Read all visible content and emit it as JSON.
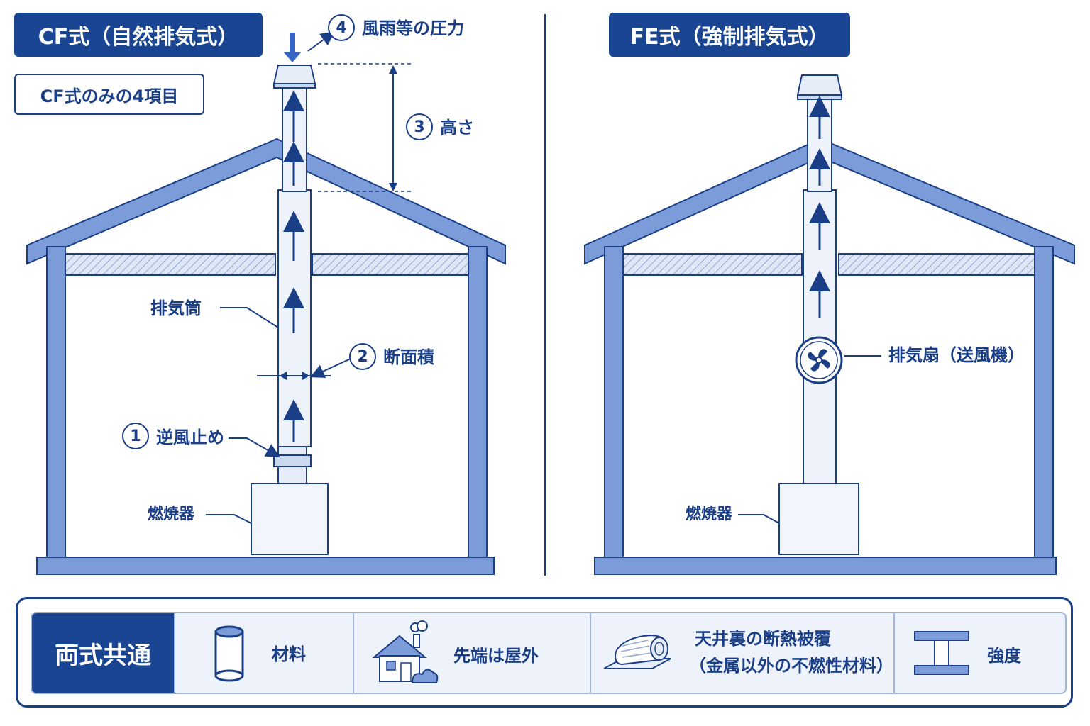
{
  "left_panel": {
    "title": "CF式（自然排気式）",
    "subtitle": "CF式のみの4項目",
    "labels": {
      "wind_pressure": "風雨等の圧力",
      "height": "高さ",
      "cross_section": "断面積",
      "backdraft_stop": "逆風止め",
      "flue": "排気筒",
      "burner": "燃焼器"
    },
    "numbers": {
      "n1": "1",
      "n2": "2",
      "n3": "3",
      "n4": "4"
    }
  },
  "right_panel": {
    "title": "FE式（強制排気式）",
    "labels": {
      "fan": "排気扇（送風機）",
      "burner": "燃焼器"
    }
  },
  "common": {
    "header": "両式共通",
    "items": [
      {
        "icon": "pipe-icon",
        "label": "材料"
      },
      {
        "icon": "house-icon",
        "label": "先端は屋外"
      },
      {
        "icon": "insulation-roll-icon",
        "line1": "天井裏の断熱被覆",
        "line2": "（金属以外の不燃性材料）"
      },
      {
        "icon": "steel-beam-icon",
        "label": "強度"
      }
    ]
  },
  "colors": {
    "primary": "#1a4592",
    "wall": "#7b9bd9",
    "outline": "#1b3f86",
    "pipe_fill": "#eef3fb"
  }
}
